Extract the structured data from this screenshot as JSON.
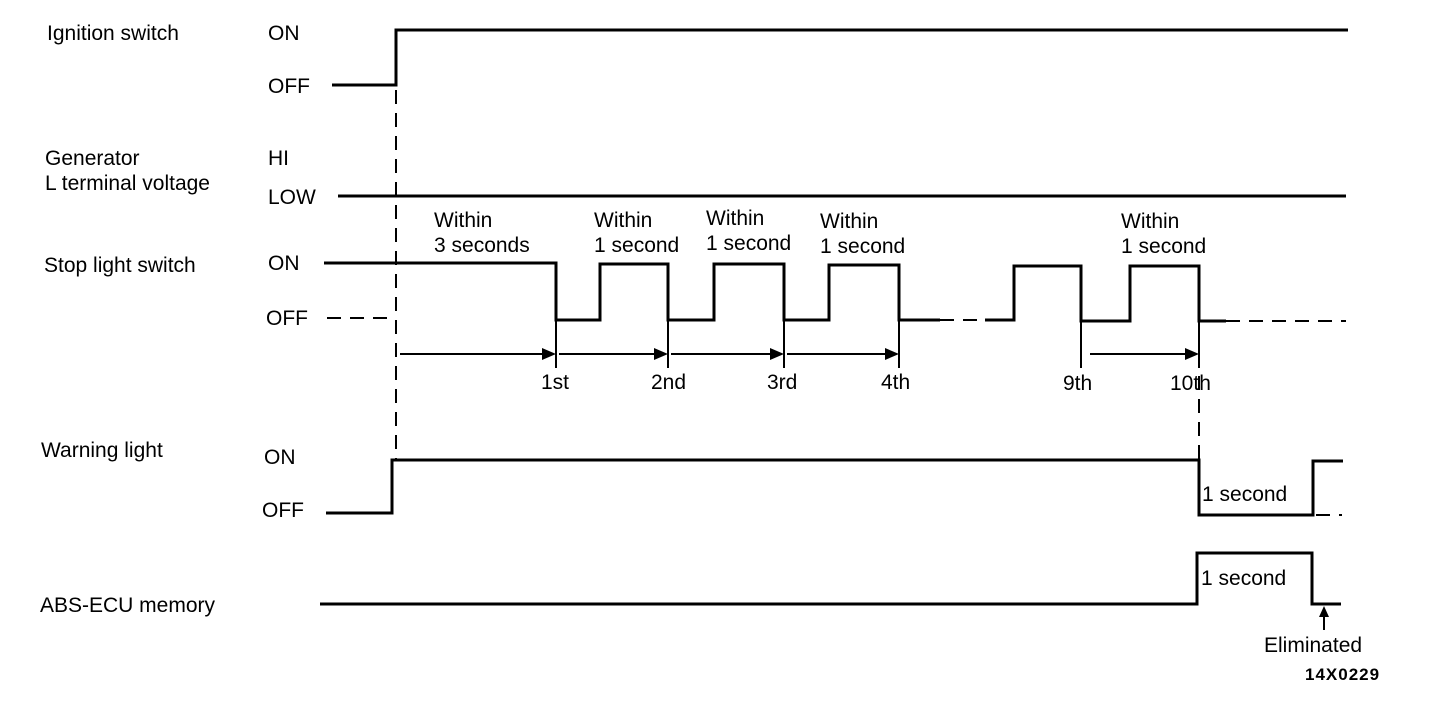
{
  "signals": {
    "ignition": {
      "label": "Ignition switch",
      "on": "ON",
      "off": "OFF"
    },
    "generator": {
      "label1": "Generator",
      "label2": "L terminal voltage",
      "hi": "HI",
      "low": "LOW"
    },
    "stop_light": {
      "label": "Stop light switch",
      "on": "ON",
      "off": "OFF"
    },
    "warning": {
      "label": "Warning light",
      "on": "ON",
      "off": "OFF"
    },
    "memory": {
      "label": "ABS-ECU memory"
    }
  },
  "timing": {
    "within": "Within",
    "three_seconds": "3 seconds",
    "one_second": "1 second"
  },
  "counts": [
    "1st",
    "2nd",
    "3rd",
    "4th",
    "9th",
    "10th"
  ],
  "annotations": {
    "warning_duration": "1 second",
    "memory_duration": "1 second",
    "eliminated": "Eliminated"
  },
  "figure_code": "14X0229"
}
